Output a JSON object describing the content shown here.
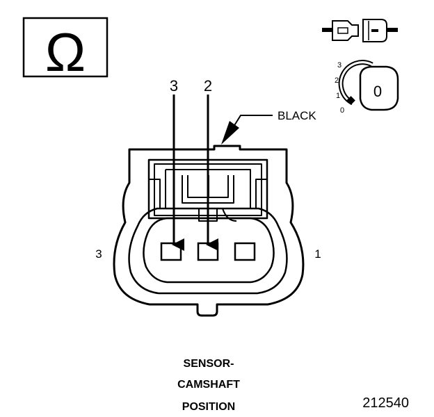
{
  "ohm_box": {
    "symbol": "Ω"
  },
  "key_dial": {
    "positions": [
      "3",
      "2",
      "1",
      "0"
    ],
    "key_label": "0"
  },
  "probes": {
    "left_label": "3",
    "right_label": "2"
  },
  "wire_color_label": "BLACK",
  "cavity_labels": {
    "left": "3",
    "right": "1"
  },
  "caption": {
    "line1": "SENSOR-",
    "line2": "CAMSHAFT",
    "line3": "POSITION"
  },
  "figure_number": "212540"
}
